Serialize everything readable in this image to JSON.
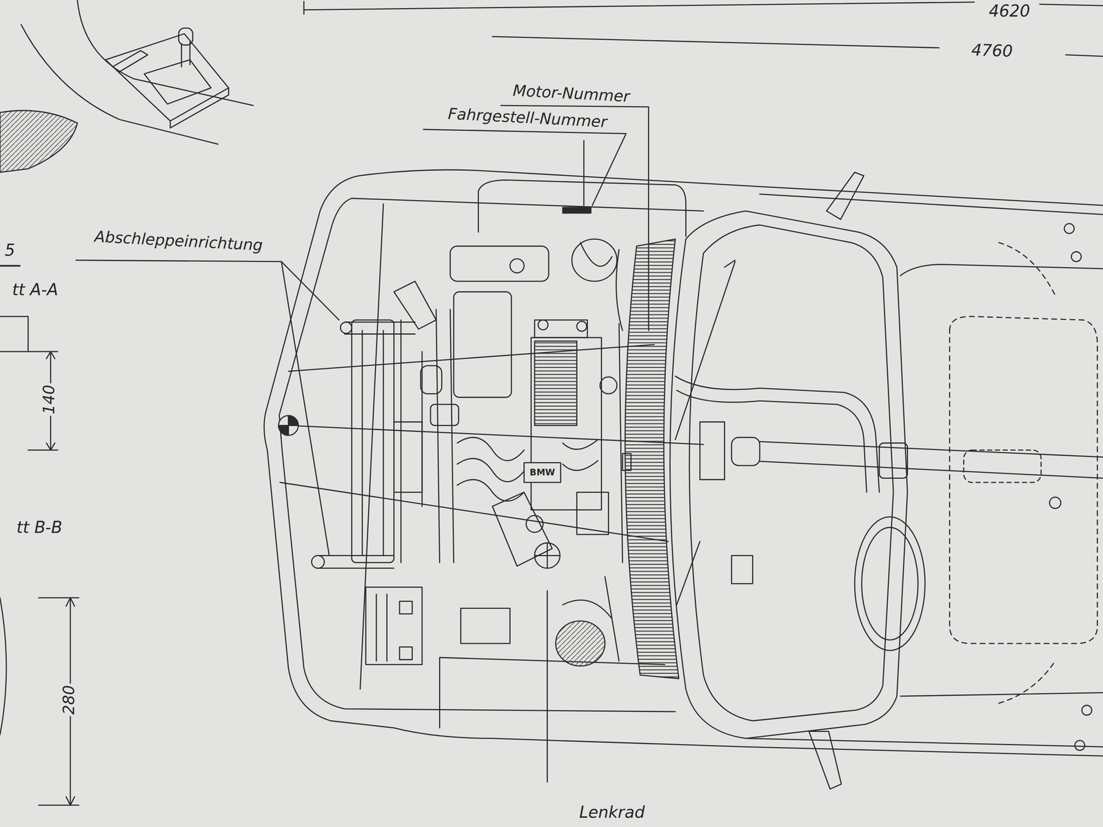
{
  "diagram": {
    "labels": [
      "4620",
      "4760",
      "Motor-Nummer",
      "Fahrgestell-Nummer",
      "Abschleppeinrichtung",
      "5",
      "tt A-A",
      "140",
      "tt B-B",
      "280",
      "BMW",
      "Lenkrad"
    ]
  }
}
